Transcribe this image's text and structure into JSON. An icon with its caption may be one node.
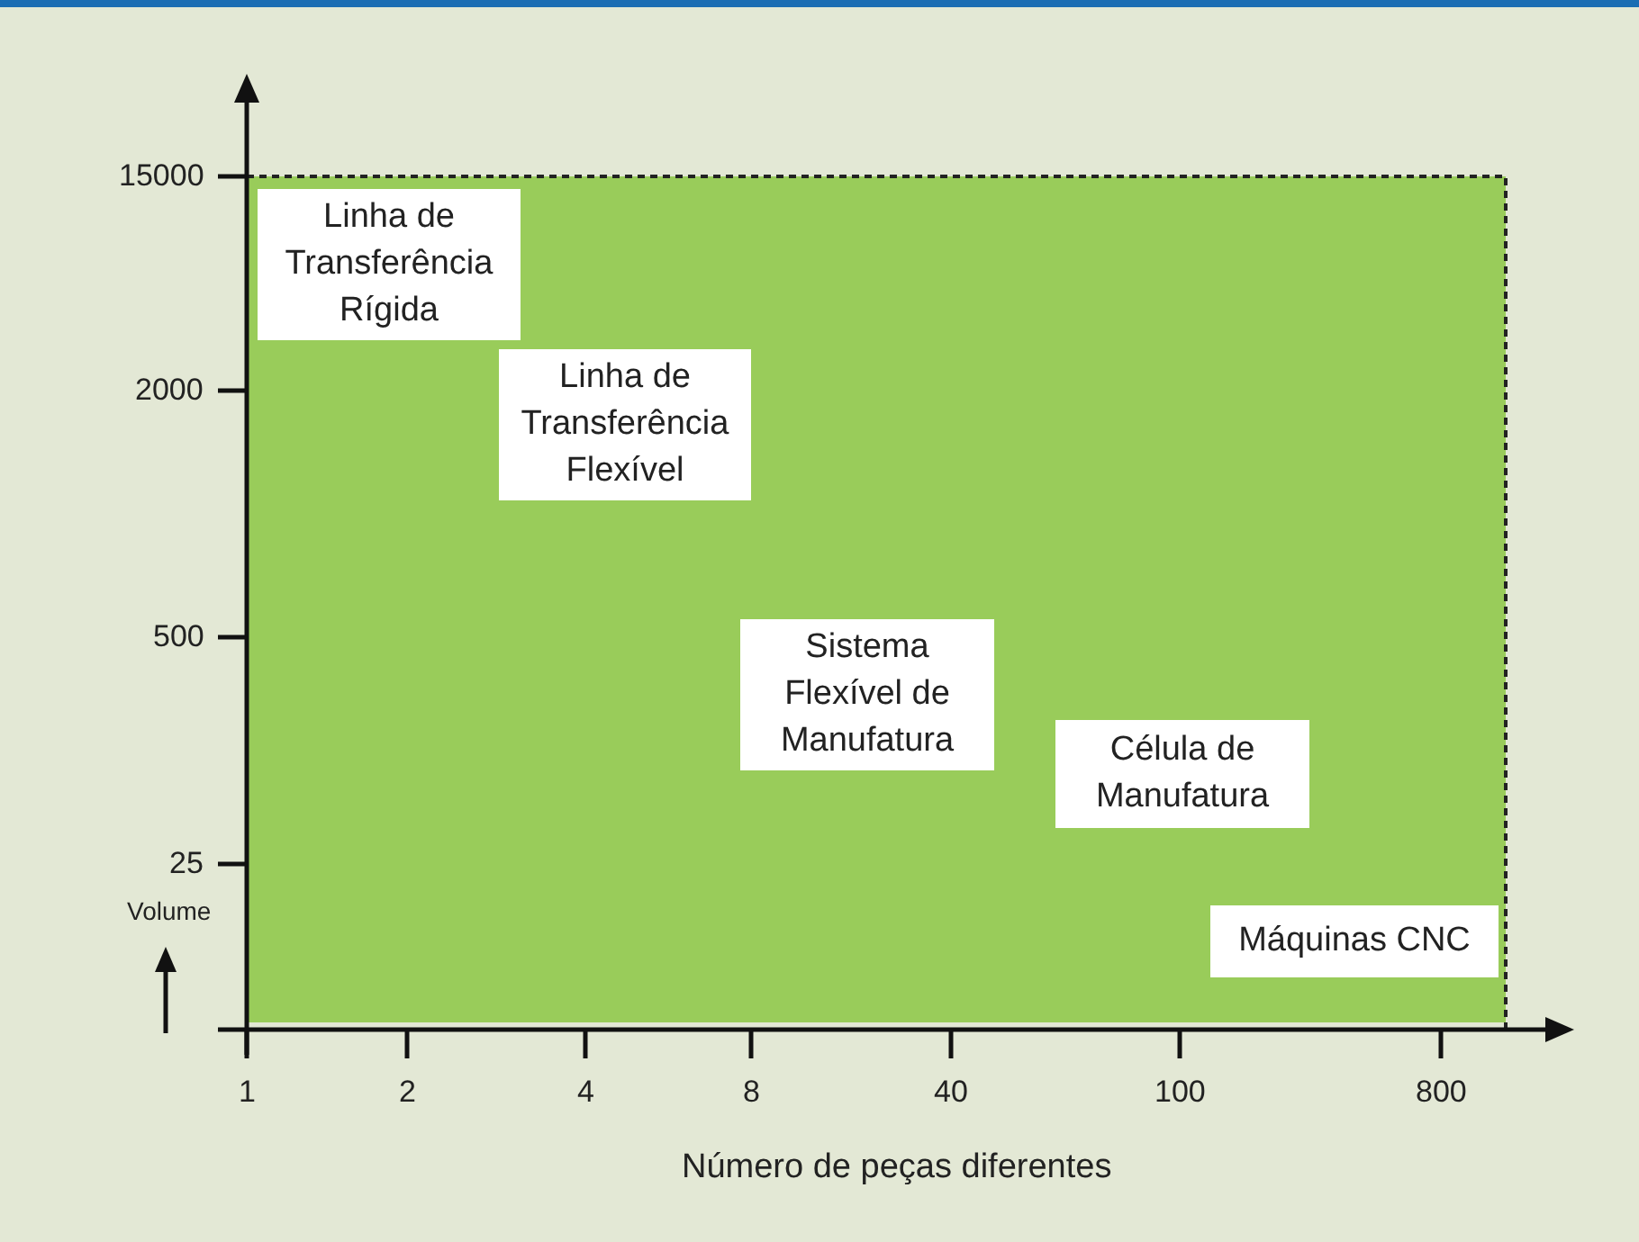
{
  "diagram": {
    "nodes": [
      {
        "text": [
          "Linha de Transferência Rígida"
        ]
      },
      {
        "text": [
          "Linha de Transferência Flexível"
        ]
      },
      {
        "text": [
          "Sistema Flexível de Manufatura"
        ]
      },
      {
        "text": [
          "Célula de Manufatura"
        ]
      },
      {
        "text": [
          "Máquinas CNC"
        ]
      }
    ],
    "edges": [],
    "labels": [
      "15000",
      "2000",
      "500",
      "25",
      "Volume",
      "1",
      "2",
      "4",
      "8",
      "40",
      "100",
      "800",
      "Número de peças diferentes"
    ]
  }
}
